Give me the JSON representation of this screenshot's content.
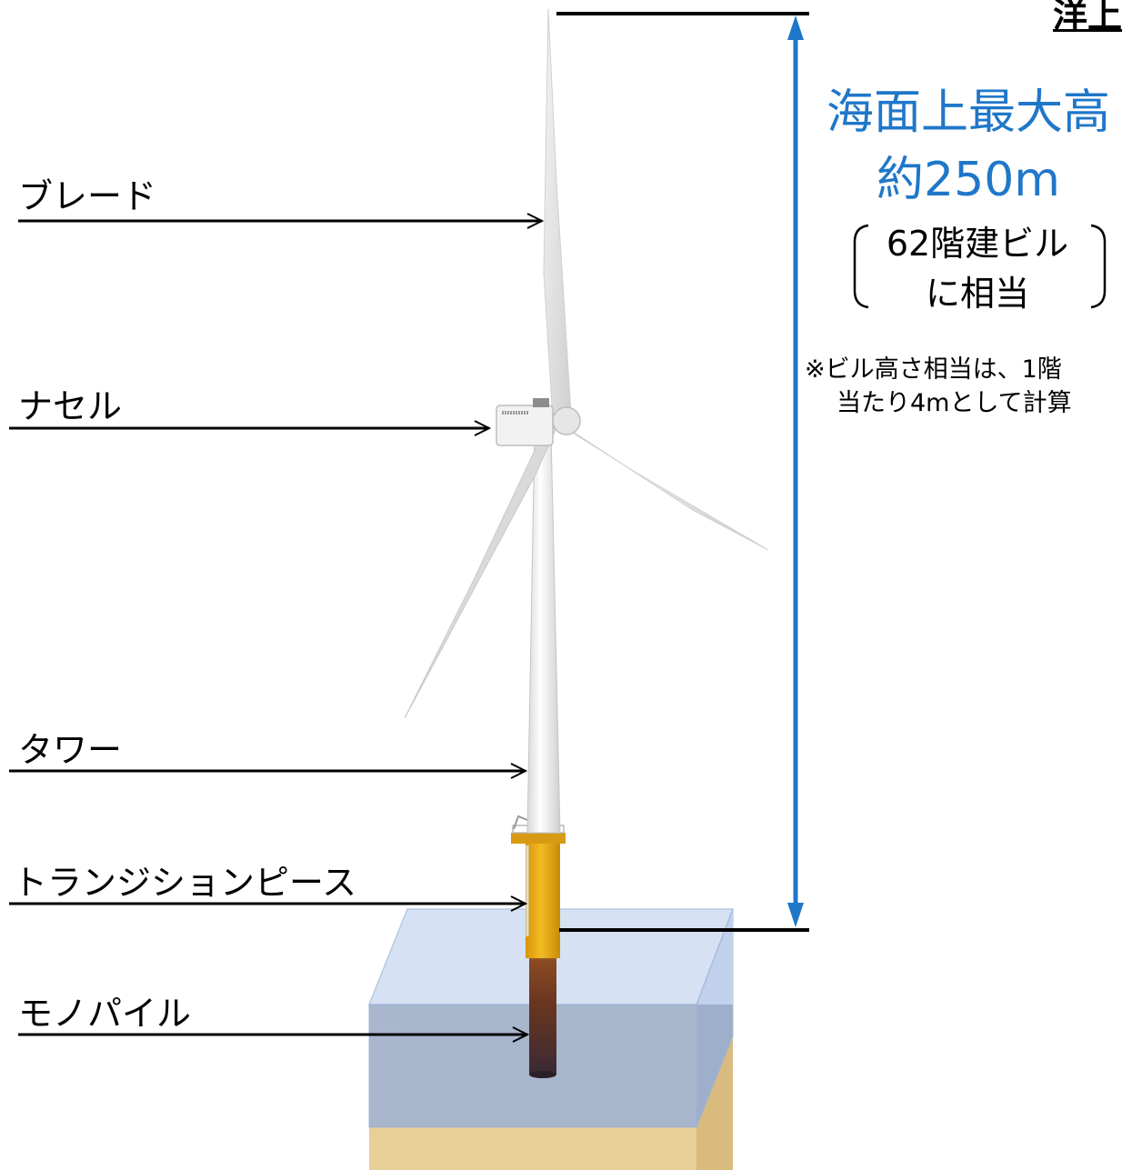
{
  "title_fragment": "洋上",
  "parts": {
    "blade": "ブレード",
    "nacelle": "ナセル",
    "tower": "タワー",
    "transition_piece": "トランジションピース",
    "monopile": "モノパイル"
  },
  "height": {
    "line1": "海面上最大高",
    "line2": "約250m",
    "equivalent_line1": "62階建ビル",
    "equivalent_line2": "に相当"
  },
  "note": {
    "line1": "※ビル高さ相当は、1階",
    "line2": "当たり4mとして計算"
  },
  "colors": {
    "accent_blue": "#1f77c9",
    "transition_piece": "#e8a80c",
    "monopile_upper": "#7a3a1c",
    "monopile_lower": "#3c2a30",
    "water": "#b8cbe8",
    "seabed": "#9ea3a8",
    "sand": "#e8cf98"
  }
}
